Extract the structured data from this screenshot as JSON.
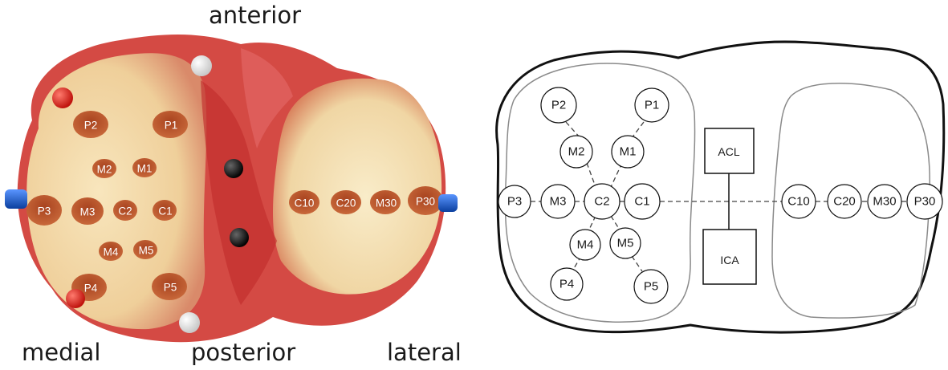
{
  "photo_labels": {
    "anterior": "anterior",
    "medial": "medial",
    "posterior": "posterior",
    "lateral": "lateral"
  },
  "photo_points": [
    "P2",
    "P1",
    "M2",
    "M1",
    "P3",
    "M3",
    "C2",
    "C1",
    "M4",
    "M5",
    "P4",
    "P5",
    "C10",
    "C20",
    "M30",
    "P30"
  ],
  "schema_points": [
    "P2",
    "P1",
    "M2",
    "M1",
    "P3",
    "M3",
    "C2",
    "C1",
    "M4",
    "M5",
    "P4",
    "P5",
    "C10",
    "C20",
    "M30",
    "P30"
  ],
  "schema_boxes": {
    "acl": "ACL",
    "ica": "ICA"
  },
  "colors": {
    "cartilage": "#f3d9a8",
    "tissue": "#d63a3a",
    "marker_red": "#e0231c",
    "marker_white": "#f4f4f4",
    "marker_blue": "#1a63d6",
    "marker_black": "#111111"
  }
}
